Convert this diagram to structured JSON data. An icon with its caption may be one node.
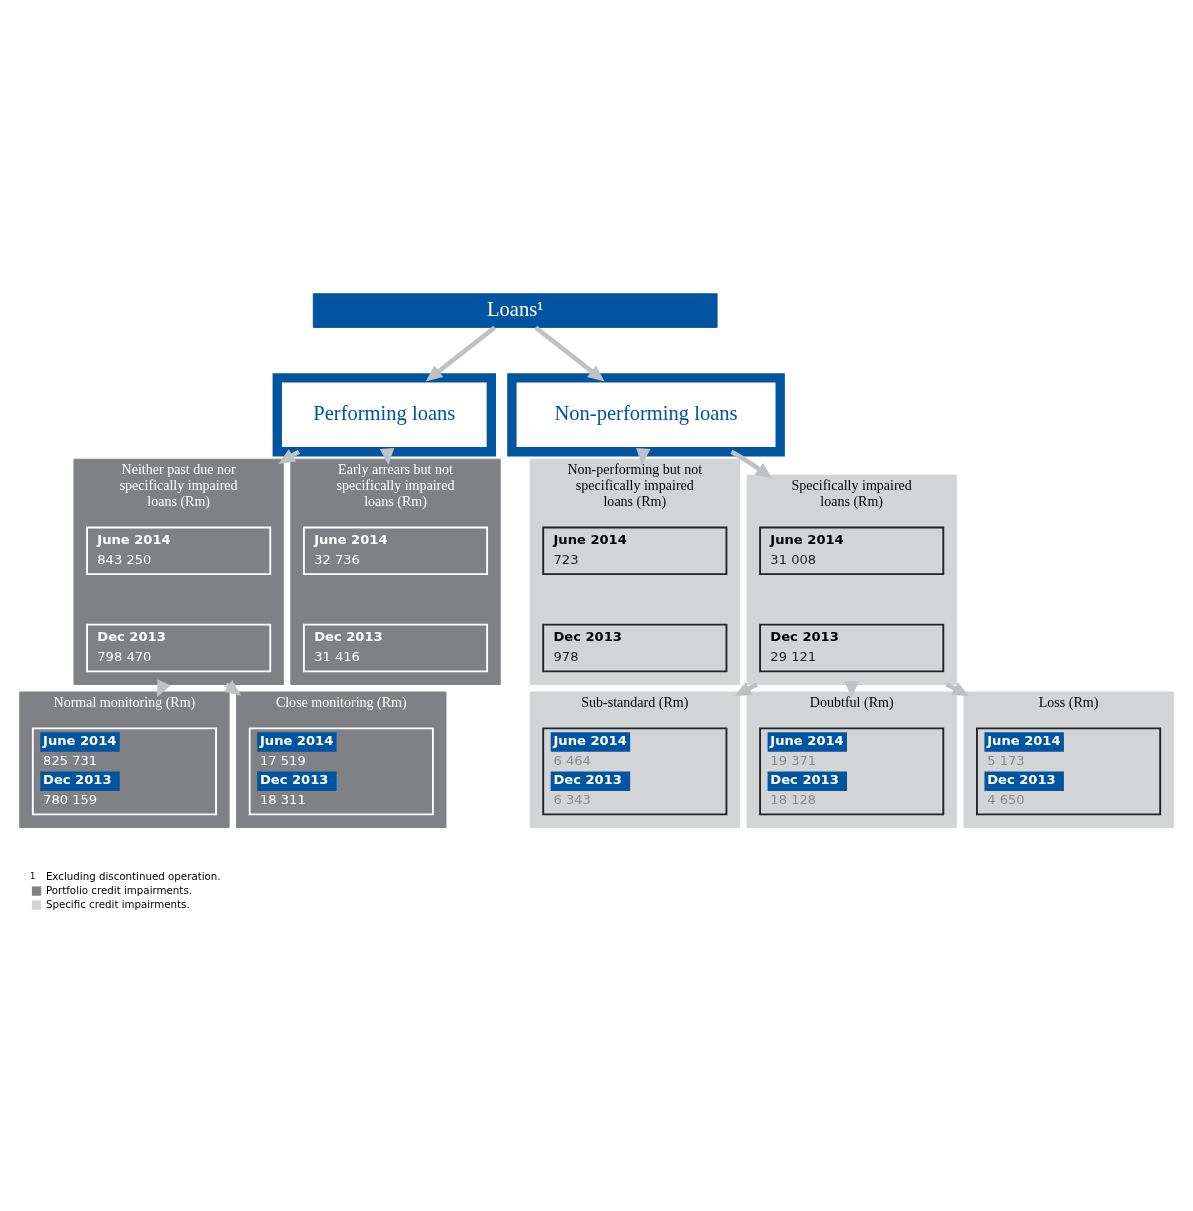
{
  "diagram": {
    "nodes": [
      {
        "text": [
          "Loans¹"
        ]
      },
      {
        "text": [
          "Performing loans"
        ]
      },
      {
        "text": [
          "Non-performing loans"
        ]
      },
      {
        "text": [
          "Neither past due nor specifically impaired loans (Rm)"
        ]
      },
      {
        "text": [
          "June 2014",
          "843 250"
        ],
        "in": 3
      },
      {
        "text": [
          "Dec 2013",
          "798 470"
        ],
        "in": 3
      },
      {
        "text": [
          "Early arrears but not specifically impaired loans (Rm)"
        ]
      },
      {
        "text": [
          "June 2014",
          "32 736"
        ],
        "in": 6
      },
      {
        "text": [
          "Dec 2013",
          "31 416"
        ],
        "in": 6
      },
      {
        "text": [
          "Non-performing but not specifically impaired loans (Rm)"
        ]
      },
      {
        "text": [
          "June 2014",
          "723"
        ],
        "in": 9
      },
      {
        "text": [
          "Dec 2013",
          "978"
        ],
        "in": 9
      },
      {
        "text": [
          "Specifically impaired loans (Rm)"
        ]
      },
      {
        "text": [
          "June 2014",
          "31 008"
        ],
        "in": 12
      },
      {
        "text": [
          "Dec 2013",
          "29 121"
        ],
        "in": 12
      },
      {
        "text": [
          "Normal monitoring (Rm)"
        ]
      },
      {
        "text": [
          "June 2014",
          "825 731",
          "Dec 2013",
          "780 159"
        ],
        "in": 15
      },
      {
        "text": [
          "Close monitoring (Rm)"
        ]
      },
      {
        "text": [
          "June 2014",
          "17 519",
          "Dec 2013",
          "18 311"
        ],
        "in": 17
      },
      {
        "text": [
          "Sub-standard (Rm)"
        ]
      },
      {
        "text": [
          "June 2014",
          "6 464",
          "Dec 2013",
          "6 343"
        ],
        "in": 19
      },
      {
        "text": [
          "Doubtful (Rm)"
        ]
      },
      {
        "text": [
          "June 2014",
          "19 371",
          "Dec 2013",
          "18 128"
        ],
        "in": 21
      },
      {
        "text": [
          "Loss (Rm)"
        ]
      },
      {
        "text": [
          "June 2014",
          "5 173",
          "Dec 2013",
          "4 650"
        ],
        "in": 23
      }
    ],
    "edges": [
      {
        "from": 0,
        "to": 1,
        "arrow": "to"
      },
      {
        "from": 0,
        "to": 2,
        "arrow": "to"
      },
      {
        "from": 1,
        "to": 3,
        "arrow": "to"
      },
      {
        "from": 1,
        "to": 6,
        "arrow": "to"
      },
      {
        "from": 2,
        "to": 9,
        "arrow": "to"
      },
      {
        "from": 2,
        "to": 12,
        "arrow": "to"
      },
      {
        "from": 3,
        "to": 15,
        "arrow": "to"
      },
      {
        "from": 3,
        "to": 17,
        "arrow": "to"
      },
      {
        "from": 12,
        "to": 19,
        "arrow": "to"
      },
      {
        "from": 12,
        "to": 21,
        "arrow": "to"
      },
      {
        "from": 12,
        "to": 23,
        "arrow": "to"
      }
    ],
    "labels": [
      "1",
      "Excluding discontinued operation."
    ],
    "legend": [
      {
        "text": "Portfolio credit impairments.",
        "color": "#808184"
      },
      {
        "text": "Specific credit impairments.",
        "color": "#d3d4d6"
      }
    ]
  }
}
